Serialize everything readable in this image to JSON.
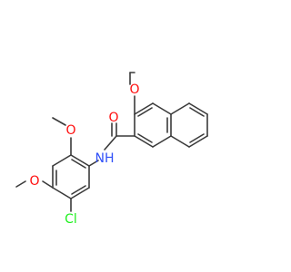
{
  "colors": {
    "background": "#ffffff",
    "bond": "#3a3a3a",
    "oxygen": "#ff0d0d",
    "nitrogen": "#3050f8",
    "chlorine": "#1ff01f",
    "carbon": "#3a3a3a"
  },
  "atoms": {
    "o_carbonyl": "O",
    "nh": "NH",
    "o_methoxy_naph": "O",
    "o_methoxy_2": "O",
    "o_methoxy_4": "O",
    "cl": "Cl"
  }
}
